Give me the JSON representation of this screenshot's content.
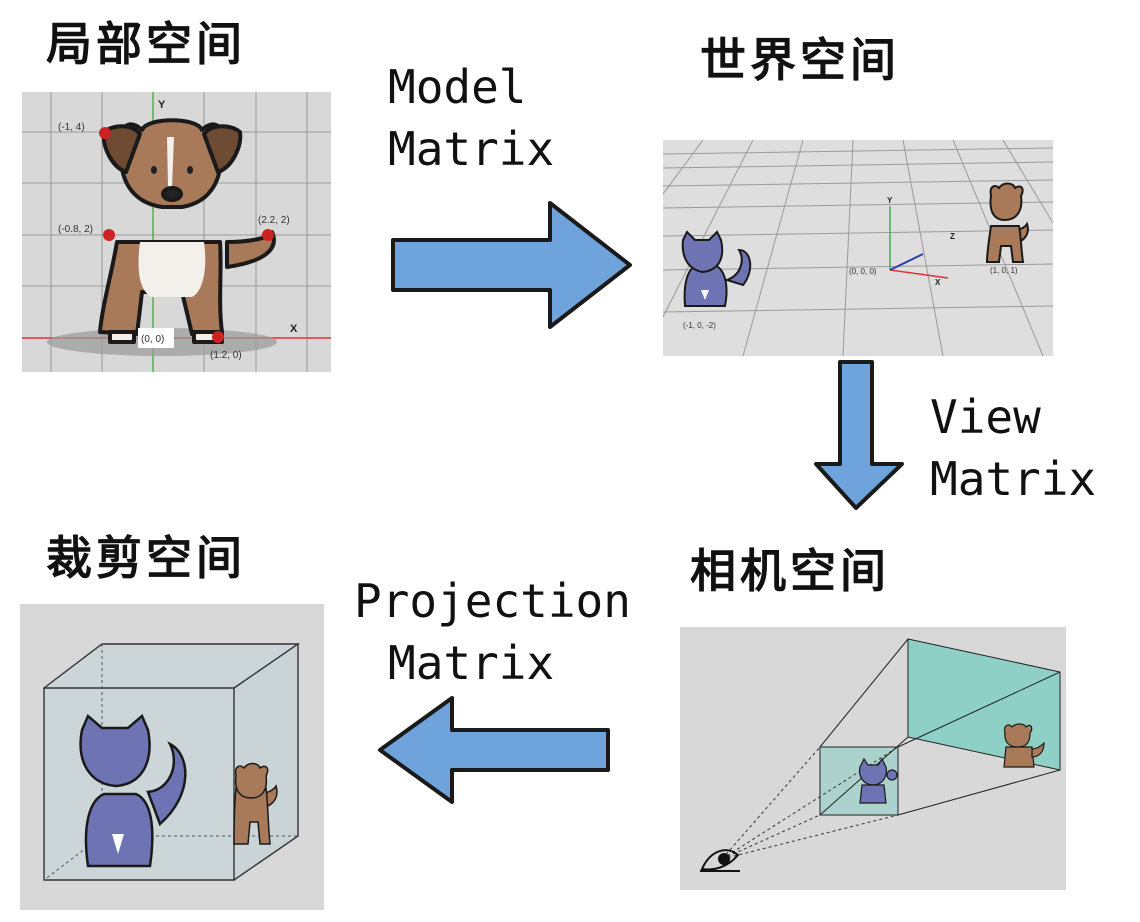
{
  "titles": {
    "local": "局部空间",
    "world": "世界空间",
    "camera": "相机空间",
    "clip": "裁剪空间"
  },
  "transforms": {
    "model": [
      "Model",
      "Matrix"
    ],
    "view": [
      "View",
      "Matrix"
    ],
    "projection": [
      "Projection",
      "Matrix"
    ]
  },
  "local_panel": {
    "axis_x": "X",
    "axis_y": "Y",
    "points": [
      "(-1, 4)",
      "(-0.8, 2)",
      "(2.2, 2)",
      "(0, 0)",
      "(1.2, 0)"
    ]
  },
  "world_panel": {
    "axis_x": "X",
    "axis_y": "Y",
    "axis_z": "Z",
    "origin": "(0, 0, 0)",
    "dog_pos": "(1, 0, 1)",
    "cat_pos": "(-1, 0, -2)"
  },
  "colors": {
    "arrow": "#6fa3dc",
    "point": "#cc2222",
    "frustum": "#8ecfc6",
    "panel_bg": "#d9d9d9",
    "dog": "#a87a5a",
    "cat": "#6d73b3"
  }
}
